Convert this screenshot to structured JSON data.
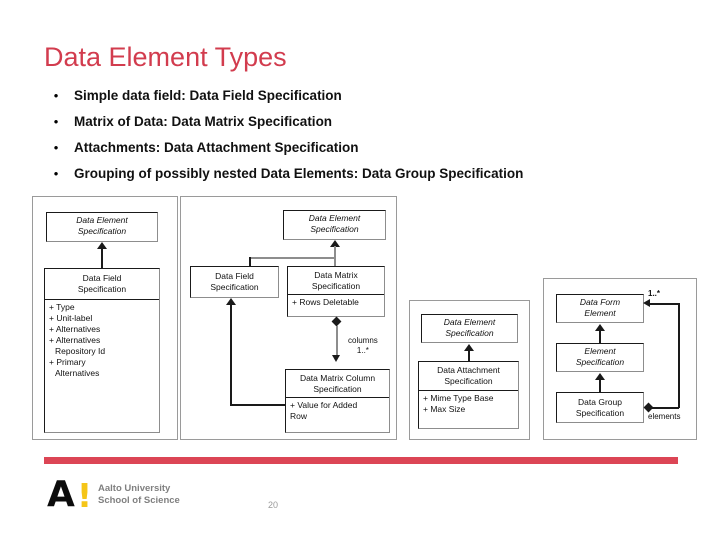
{
  "slide": {
    "title": "Data Element Types",
    "page_number": "20",
    "accent_color": "#D23C4E",
    "rule_color": "#DC4555"
  },
  "bullets": [
    {
      "marker": "•",
      "text": "Simple data field: Data Field Specification"
    },
    {
      "marker": "•",
      "text": "Matrix of Data: Data Matrix Specification"
    },
    {
      "marker": "•",
      "text": "Attachments: Data Attachment Specification"
    },
    {
      "marker": "•",
      "text": "Grouping of possibly nested Data Elements: Data Group Specification"
    }
  ],
  "diagrams": {
    "panel1": {
      "data_element_spec": {
        "line1": "Data Element",
        "line2": "Specification"
      },
      "data_field_spec": {
        "line1": "Data Field",
        "line2": "Specification"
      },
      "data_field_attrs": [
        "+ Type",
        "+ Unit-label",
        "+ Alternatives",
        "+ Alternatives",
        "Repository Id",
        "+ Primary",
        "Alternatives"
      ]
    },
    "panel2": {
      "data_element_spec": {
        "line1": "Data Element",
        "line2": "Specification"
      },
      "data_field_spec": {
        "line1": "Data Field",
        "line2": "Specification"
      },
      "data_matrix_spec": {
        "line1": "Data Matrix",
        "line2": "Specification"
      },
      "data_matrix_attrs": [
        "+ Rows Deletable"
      ],
      "data_matrix_column_spec": {
        "line1": "Data Matrix Column",
        "line2": "Specification"
      },
      "data_matrix_column_attrs": [
        "+ Value for Added",
        "Row"
      ],
      "association_label": {
        "role": "columns",
        "multiplicity": "1..*"
      }
    },
    "panel3": {
      "data_element_spec": {
        "line1": "Data Element",
        "line2": "Specification"
      },
      "data_attachment_spec": {
        "line1": "Data Attachment",
        "line2": "Specification"
      },
      "data_attachment_attrs": [
        "+ Mime Type Base",
        "+ Max Size"
      ]
    },
    "panel4": {
      "data_form_element": {
        "line1": "Data Form",
        "line2": "Element"
      },
      "element_spec": {
        "line1": "Element",
        "line2": "Specification"
      },
      "data_group_spec": {
        "line1": "Data Group",
        "line2": "Specification"
      },
      "association_label": {
        "role": "elements",
        "multiplicity": "1..*"
      }
    }
  },
  "footer": {
    "logo_letter": "A",
    "logo_bang": "!",
    "org_line1": "Aalto University",
    "org_line2": "School of Science"
  }
}
